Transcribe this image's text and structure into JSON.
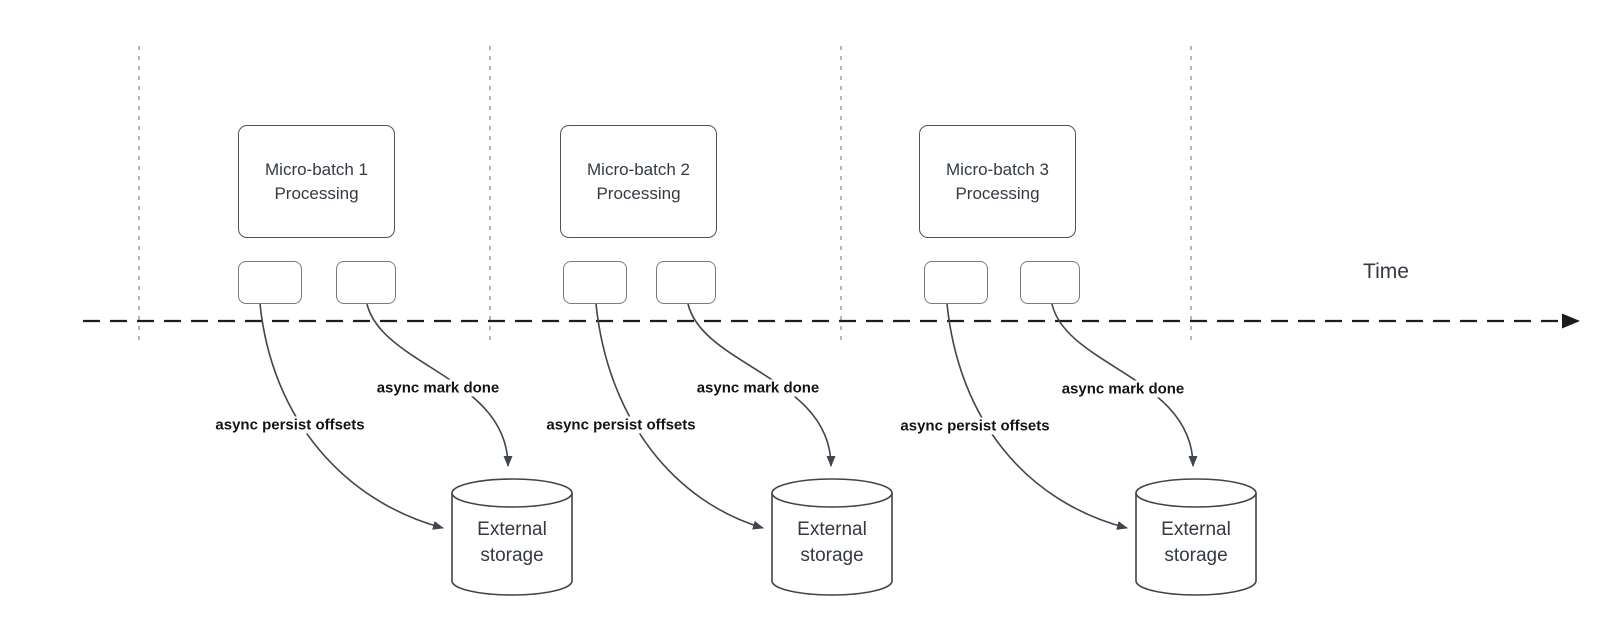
{
  "colors": {
    "background": "#ffffff",
    "flow_line": "#3f4650",
    "box_border": "#4d5359",
    "small_box_border": "#767b81",
    "cylinder_border": "#40454c",
    "guide_line": "#9e9e9e",
    "axis_line": "#1c1c1c",
    "title_text": "#343a43",
    "label_text": "#141414"
  },
  "timeline": {
    "label": "Time"
  },
  "batches": [
    {
      "title_line1": "Micro-batch 1",
      "title_line2": "Processing",
      "persist_label": "async persist offsets",
      "done_label": "async mark done",
      "storage_line1": "External",
      "storage_line2": "storage"
    },
    {
      "title_line1": "Micro-batch 2",
      "title_line2": "Processing",
      "persist_label": "async persist offsets",
      "done_label": "async mark done",
      "storage_line1": "External",
      "storage_line2": "storage"
    },
    {
      "title_line1": "Micro-batch 3",
      "title_line2": "Processing",
      "persist_label": "async persist offsets",
      "done_label": "async mark done",
      "storage_line1": "External",
      "storage_line2": "storage"
    }
  ]
}
